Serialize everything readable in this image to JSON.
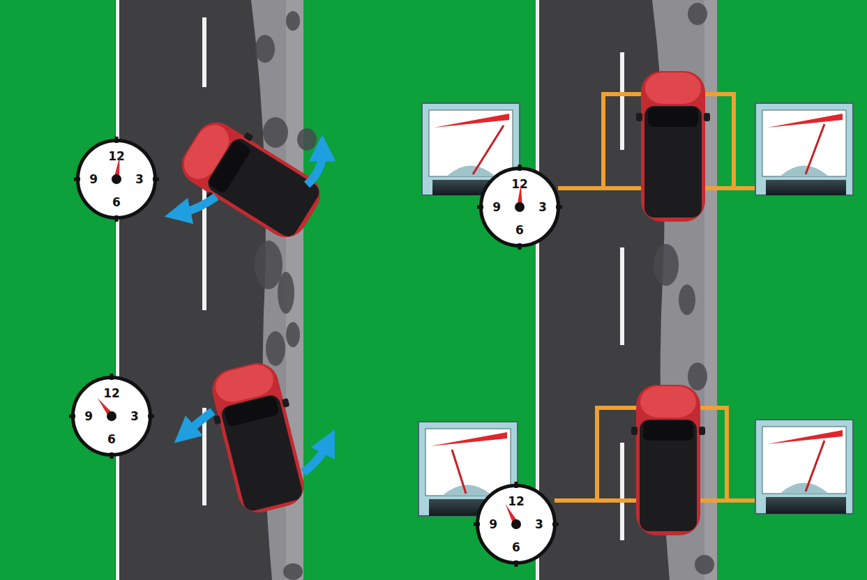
{
  "diagram": {
    "nodes": [
      {
        "text": [
          "12",
          "9",
          "3",
          "6"
        ]
      },
      {
        "text": [
          "12",
          "9",
          "3",
          "6"
        ]
      },
      {
        "text": [
          "12",
          "9",
          "3",
          "6"
        ]
      },
      {
        "text": [
          "12",
          "9",
          "3",
          "6"
        ]
      }
    ]
  }
}
